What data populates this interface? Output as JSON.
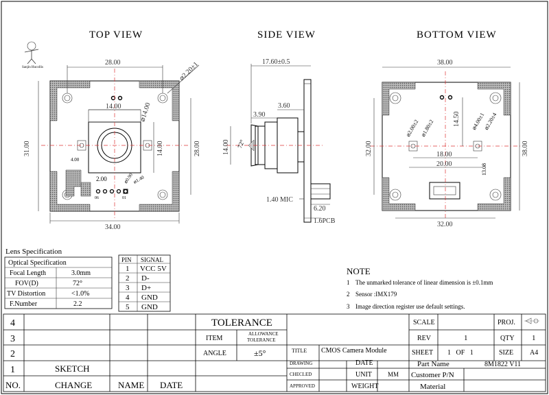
{
  "views": {
    "top": "TOP VIEW",
    "side": "SIDE VIEW",
    "bottom": "BOTTOM VIEW"
  },
  "top_view_dims": {
    "width_top": "28.00",
    "width_bottom": "34.00",
    "height_left": "31.00",
    "height_right": "28.00",
    "lens_w": "14.00",
    "lens_h": "14.00",
    "lens_dia": "⌀14.00",
    "hole": "⌀2.20±1",
    "small_4": "4.00",
    "small_2": "2.00",
    "small_090": "⌀0.90",
    "small_140": "⌀1.40",
    "pin_06": "06",
    "pin_01": "01"
  },
  "side_view_dims": {
    "overall": "17.60±0.5",
    "d360": "3.60",
    "d390": "3.90",
    "h1400": "14.00",
    "angle": "72°",
    "mic": "1.40 MIC",
    "d620": "6.20",
    "pcb": "1.6PCB"
  },
  "bottom_view_dims": {
    "width_top": "38.00",
    "width_bottom": "32.00",
    "height_left": "32.00",
    "height_right": "38.00",
    "d1450": "14.50",
    "d1800": "18.00",
    "d2000": "20.00",
    "d1308": "13.08",
    "d200": "⌀2.00±2",
    "d180": "⌀1.80±2",
    "d400": "⌀4.00±1",
    "d220": "⌀2.20±4"
  },
  "logo_text": "Sanjin Hucollis",
  "lens_spec": {
    "title": "Lens Specification",
    "header": "Optical Specification",
    "rows": [
      {
        "label": "Focal Length",
        "value": "3.0mm"
      },
      {
        "label": "FOV(D)",
        "value": "72°"
      },
      {
        "label": "TV Distortion",
        "value": "<1.0%"
      },
      {
        "label": "F.Number",
        "value": "2.2"
      }
    ]
  },
  "pin_table": {
    "header_pin": "PIN",
    "header_signal": "SIGNAL",
    "rows": [
      {
        "pin": "1",
        "signal": "VCC 5V"
      },
      {
        "pin": "2",
        "signal": "D-"
      },
      {
        "pin": "3",
        "signal": "D+"
      },
      {
        "pin": "4",
        "signal": "GND"
      },
      {
        "pin": "5",
        "signal": "GND"
      }
    ]
  },
  "note": {
    "title": "NOTE",
    "items": [
      {
        "num": "1",
        "text": "The unmarked tolerance of linear dimension is ±0.1mm"
      },
      {
        "num": "2",
        "text": "Sensor :IMX179"
      },
      {
        "num": "3",
        "text": "Image direction register use default settings."
      }
    ]
  },
  "revision_block": {
    "rows": [
      "4",
      "3",
      "2",
      "1"
    ],
    "sketch": "SKETCH",
    "no": "NO.",
    "change": "CHANGE",
    "name": "NAME",
    "date": "DATE"
  },
  "tolerance": {
    "title": "TOLERANCE",
    "item": "ITEM",
    "allowance": "ALLOWANCE",
    "tolerance_sub": "TOLERANCE",
    "angle": "ANGLE",
    "angle_value": "±5°"
  },
  "title_block": {
    "title_label": "TITLE",
    "title_value": "CMOS  Camera Module",
    "drawing": "DRAWING",
    "checked": "CHECLED",
    "approved": "APPROVED",
    "date": "DATE",
    "unit": "UNIT",
    "unit_value": "MM",
    "weight": "WEIGHT",
    "scale": "SCALE",
    "rev": "REV",
    "rev_value": "1",
    "sheet": "SHEET",
    "sheet_value": "1   OF   1",
    "proj": "PROJ.",
    "qty": "QTY",
    "qty_value": "1",
    "size": "SIZE",
    "size_value": "A4",
    "part_name": "Part Name",
    "part_value": "8M1822 V11",
    "customer": "Customer P/N",
    "material": "Material"
  }
}
